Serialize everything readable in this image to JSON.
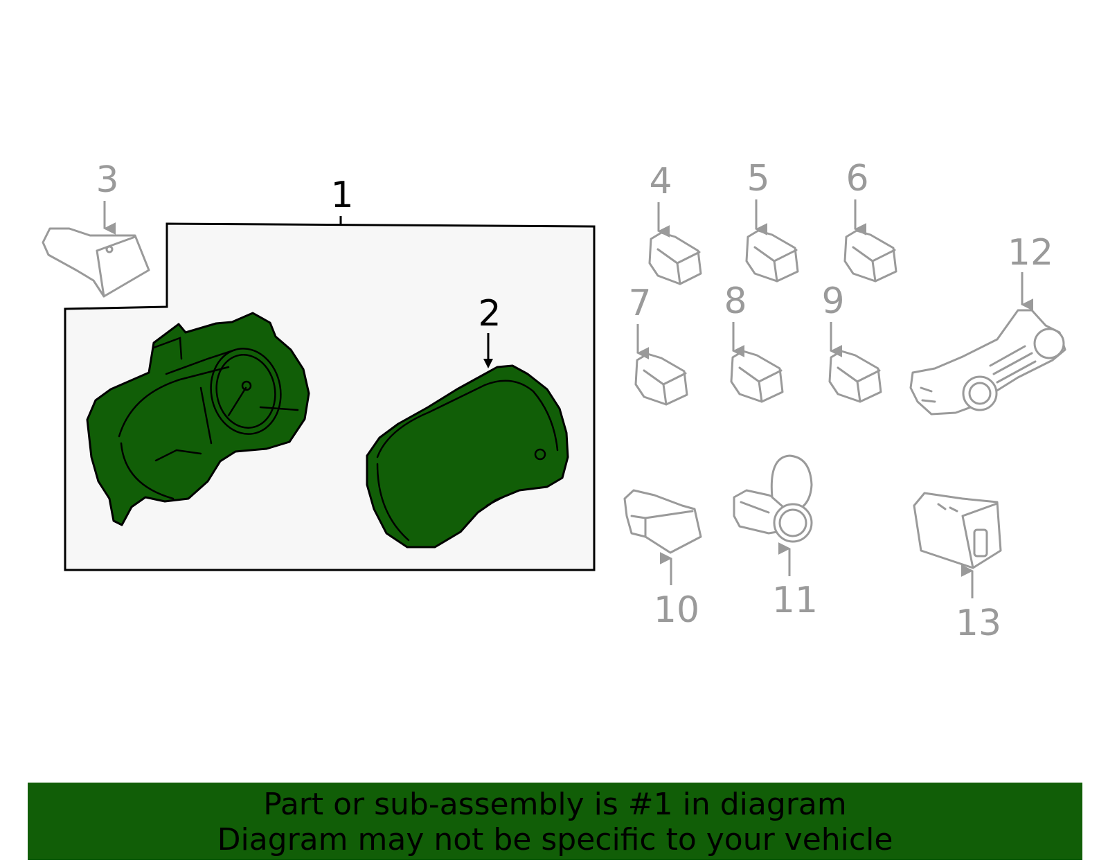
{
  "banner": {
    "color": "#115e07",
    "line1": "Part or sub-assembly is #1 in diagram",
    "line2": "Diagram may not be specific to your vehicle"
  },
  "callouts": {
    "n1": "1",
    "n2": "2",
    "n3": "3",
    "n4": "4",
    "n5": "5",
    "n6": "6",
    "n7": "7",
    "n8": "8",
    "n9": "9",
    "n10": "10",
    "n11": "11",
    "n12": "12",
    "n13": "13"
  },
  "colors": {
    "highlight": "#115e07",
    "muted": "#9a9a9a",
    "panel": "#f7f7f7"
  }
}
